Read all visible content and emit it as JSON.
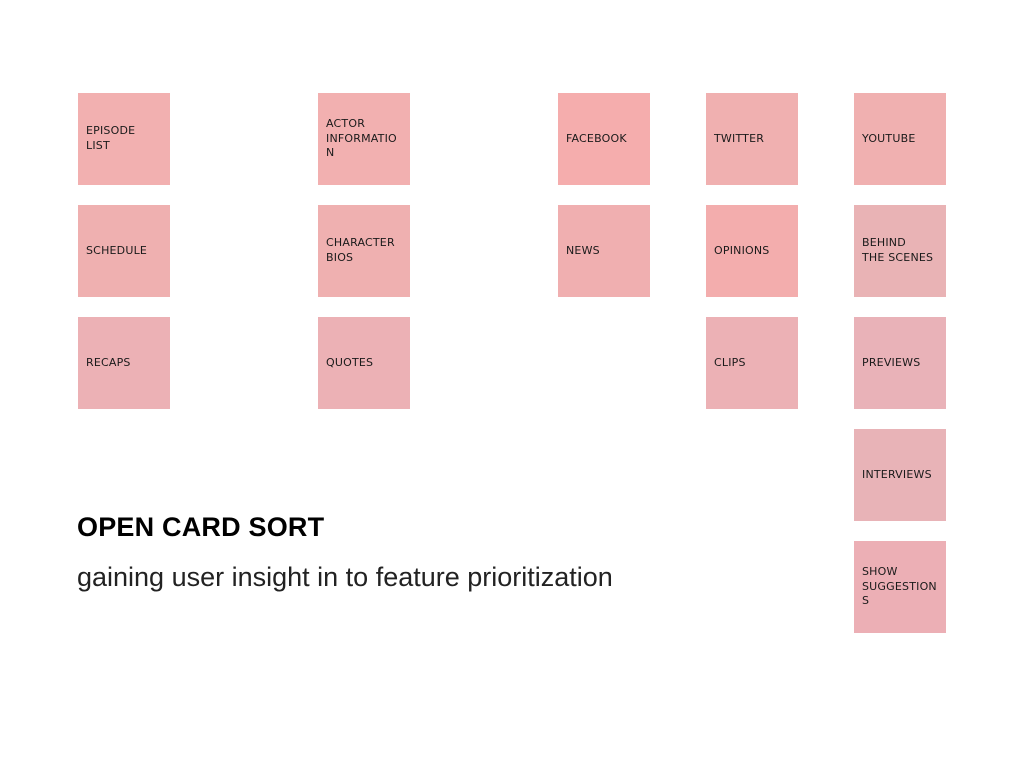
{
  "title": "OPEN CARD SORT",
  "subtitle": "gaining user insight in to feature prioritization",
  "colors": {
    "card_pink": "#f2b0b0",
    "card_pink_alt": "#ecb1b5"
  },
  "cards": [
    {
      "label": "EPISODE\nLIST"
    },
    {
      "label": "SCHEDULE"
    },
    {
      "label": "RECAPS"
    },
    {
      "label": "ACTOR\nINFORMATION"
    },
    {
      "label": "CHARACTER\nBIOS"
    },
    {
      "label": "QUOTES"
    },
    {
      "label": "FACEBOOK"
    },
    {
      "label": "NEWS"
    },
    {
      "label": "TWITTER"
    },
    {
      "label": "OPINIONS"
    },
    {
      "label": "CLIPS"
    },
    {
      "label": "YOUTUBE"
    },
    {
      "label": "BEHIND\nTHE SCENES"
    },
    {
      "label": "PREVIEWS"
    },
    {
      "label": "INTERVIEWS"
    },
    {
      "label": "SHOW\nSUGGESTIONS"
    }
  ]
}
